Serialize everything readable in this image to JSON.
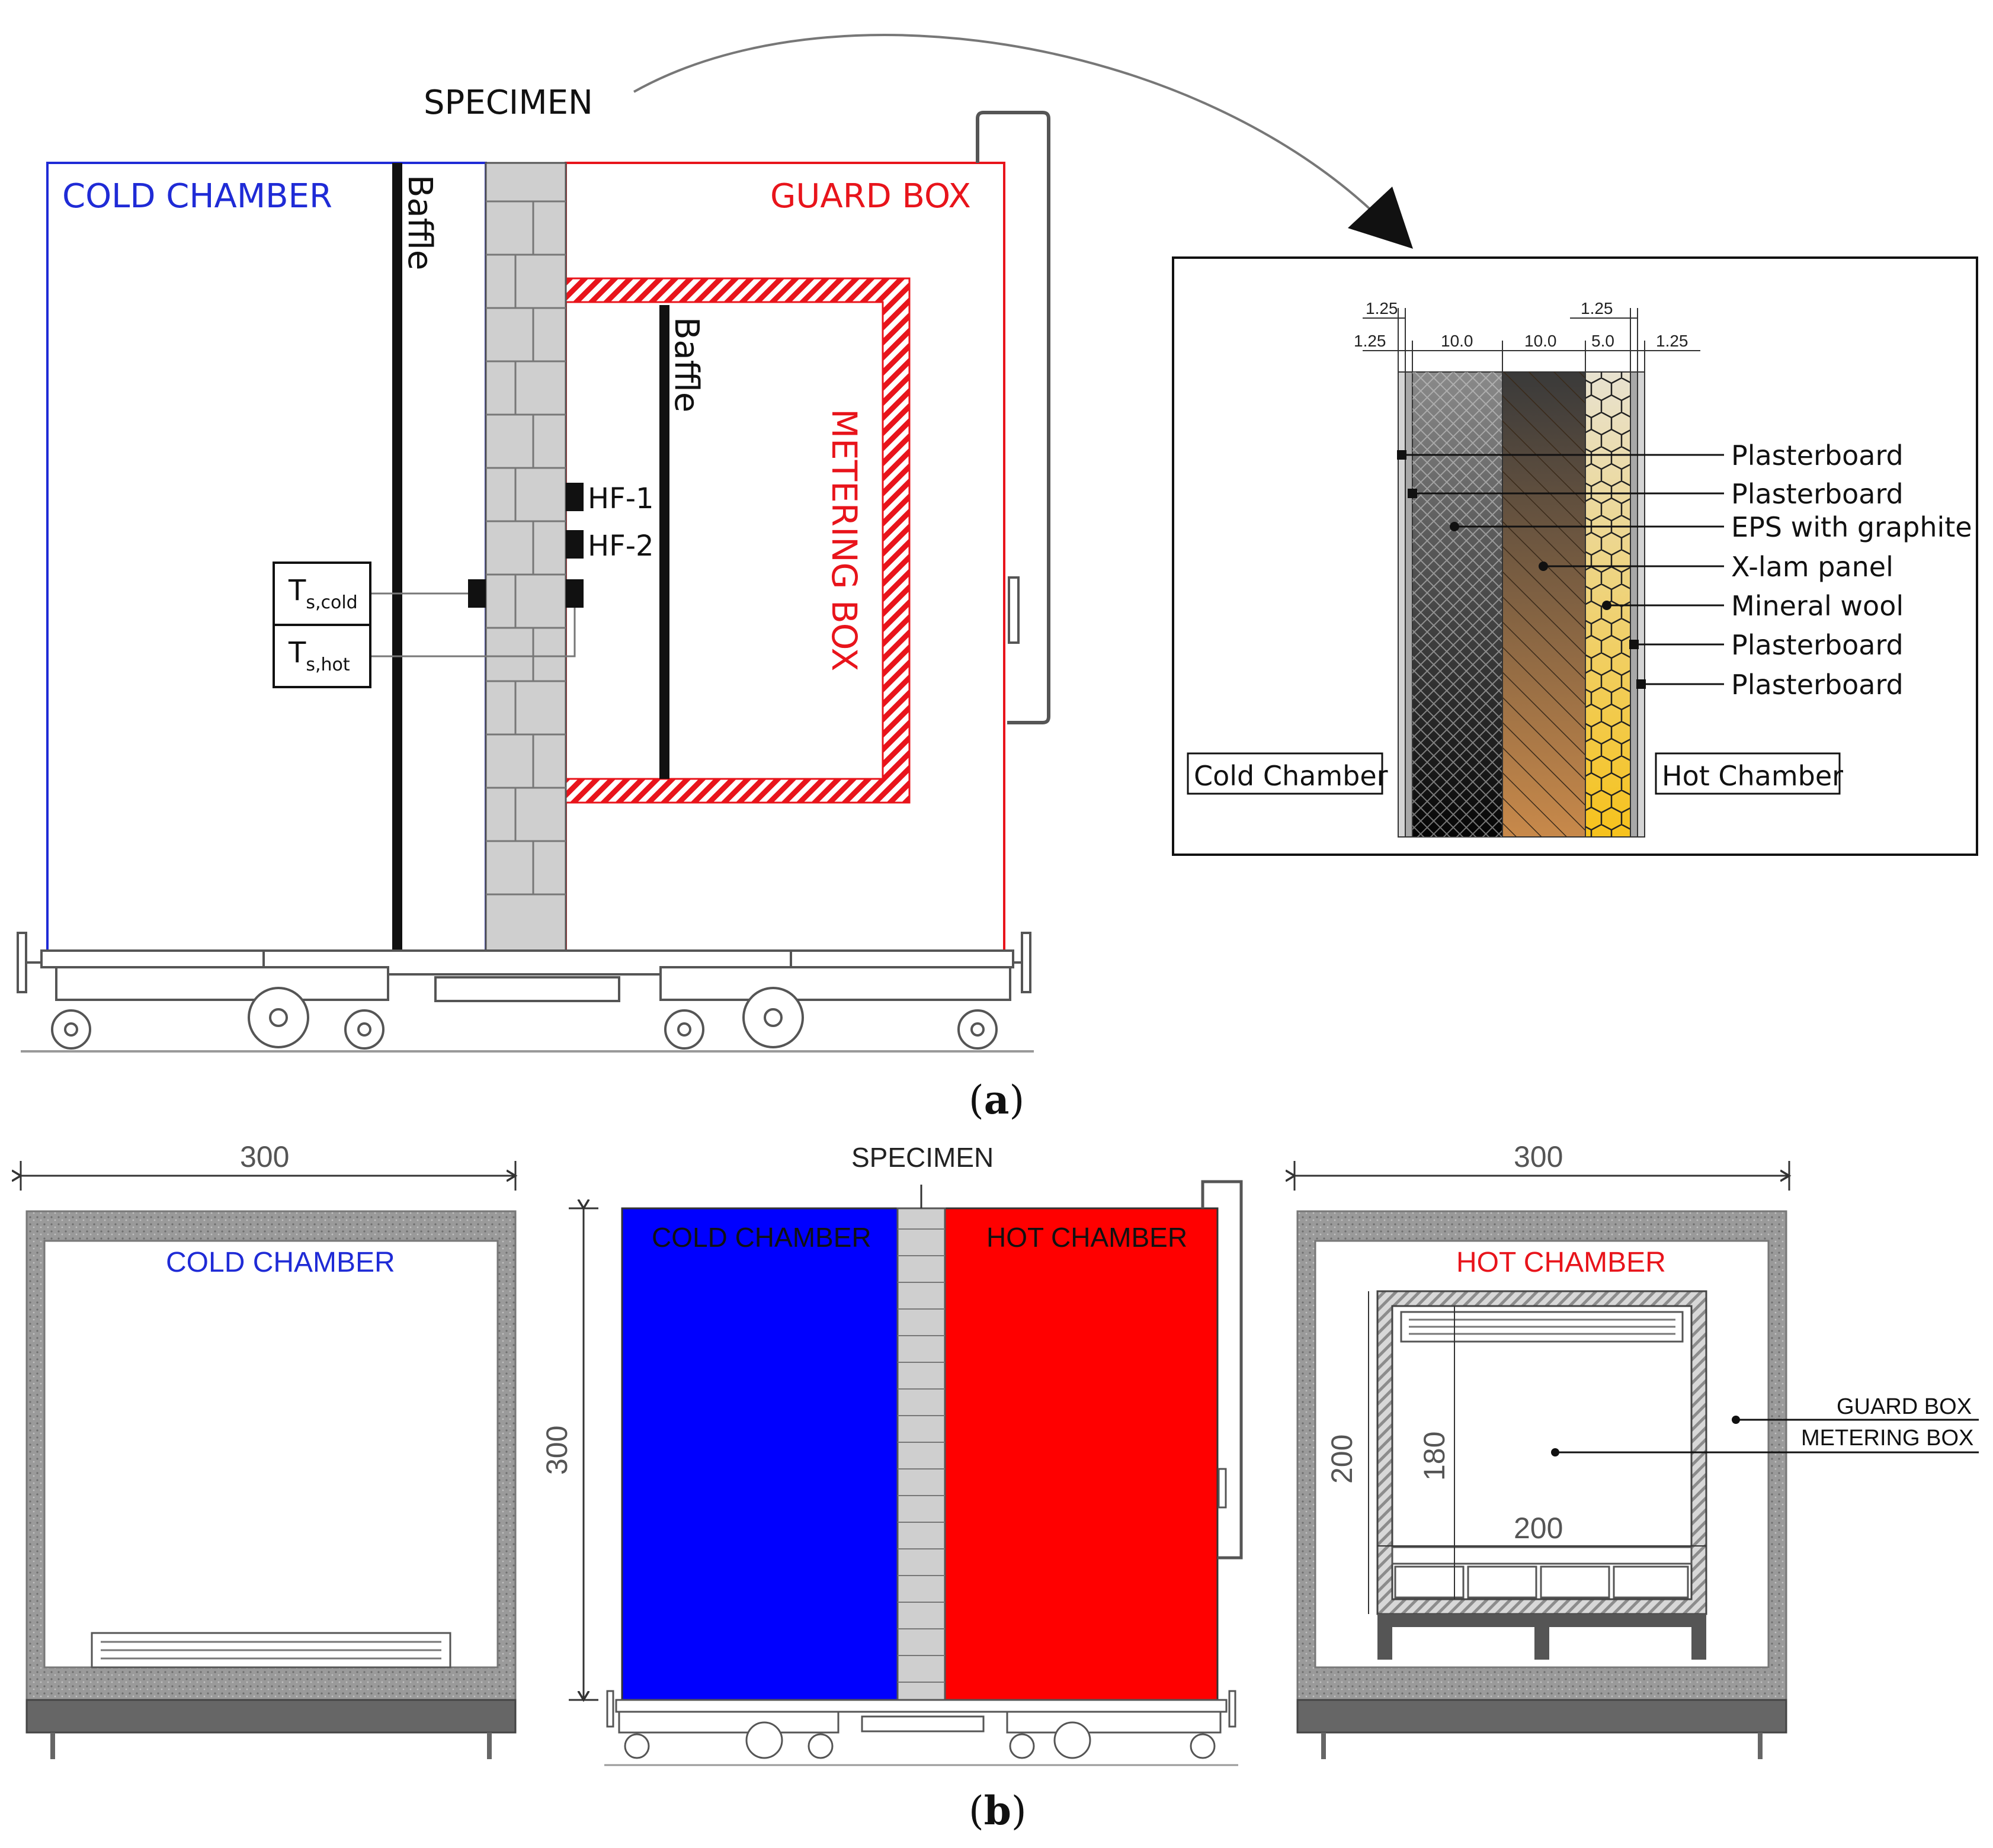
{
  "panel_a": {
    "caption_open": "(",
    "caption_letter": "a",
    "caption_close": ")",
    "cold_chamber": "COLD CHAMBER",
    "guard_box": "GUARD BOX",
    "metering_box": "METERING BOX",
    "baffle_left": "Baffle",
    "baffle_right": "Baffle",
    "specimen": "SPECIMEN",
    "hf1": "HF-1",
    "hf2": "HF-2",
    "ts_cold_main": "T",
    "ts_cold_sub": "s,cold",
    "ts_hot_main": "T",
    "ts_hot_sub": "s,hot",
    "detail": {
      "dim_top_left": "1.25",
      "dim_top_right": "1.25",
      "dim_1": "1.25",
      "dim_2": "10.0",
      "dim_3": "10.0",
      "dim_4": "5.0",
      "dim_5": "1.25",
      "layers": [
        "Plasterboard",
        "Plasterboard",
        "EPS with graphite",
        "X-lam panel",
        "Mineral wool",
        "Plasterboard",
        "Plasterboard"
      ],
      "cold_label": "Cold Chamber",
      "hot_label": "Hot Chamber"
    }
  },
  "panel_b": {
    "caption_open": "(",
    "caption_letter": "b",
    "caption_close": ")",
    "left": {
      "width_dim": "300",
      "label": "COLD CHAMBER"
    },
    "center": {
      "specimen": "SPECIMEN",
      "cold_label": "COLD CHAMBER",
      "hot_label": "HOT CHAMBER",
      "height_dim": "300"
    },
    "right": {
      "width_dim": "300",
      "label": "HOT CHAMBER",
      "guard_box": "GUARD BOX",
      "metering_box": "METERING BOX",
      "height_200": "200",
      "height_180": "180",
      "width_200": "200"
    }
  },
  "colors": {
    "cold": "#1f2bd6",
    "hot": "#e8141b",
    "cold_fill": "#0000ff",
    "hot_fill": "#ff0000",
    "specimen_grey": "#cfcfcf"
  }
}
